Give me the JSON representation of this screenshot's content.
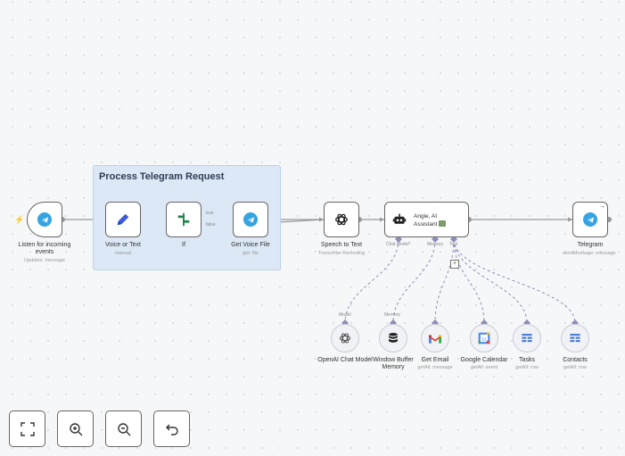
{
  "group": {
    "title": "Process Telegram Request"
  },
  "nodes": {
    "listen": {
      "label": "Listen for incoming events",
      "sub": "Updates: message"
    },
    "voice_or_text": {
      "label": "Voice or Text",
      "sub": "manual"
    },
    "if": {
      "label": "If",
      "out_true": "true",
      "out_false": "false"
    },
    "get_voice": {
      "label": "Get Voice File",
      "sub": "get: file"
    },
    "speech": {
      "label": "Speech to Text",
      "sub": "Transcribe Recording"
    },
    "agent": {
      "title_line1": "Angie, AI",
      "title_line2": "Assistant",
      "port_chat": "Chat Model*",
      "port_memory": "Memory",
      "port_tool": "Tool"
    },
    "telegram": {
      "label": "Telegram",
      "sub": "sendMessage: message"
    },
    "openai": {
      "label": "OpenAI Chat Model",
      "port": "Model"
    },
    "window_memory": {
      "label": "Window Buffer Memory",
      "port": "Memory"
    },
    "get_email": {
      "label": "Get Email",
      "sub": "getAll: message"
    },
    "calendar": {
      "label": "Google Calendar",
      "sub": "getAll: event"
    },
    "tasks": {
      "label": "Tasks",
      "sub": "getAll: row"
    },
    "contacts": {
      "label": "Contacts",
      "sub": "getAll: row"
    }
  },
  "controls": [
    "zoom-to-fit",
    "zoom-in",
    "zoom-out",
    "undo"
  ],
  "colors": {
    "telegram": "#35a4e0",
    "edge": "#9a9a9a",
    "ai_edge": "#8b8fb8",
    "group_bg": "#dce8f6"
  }
}
